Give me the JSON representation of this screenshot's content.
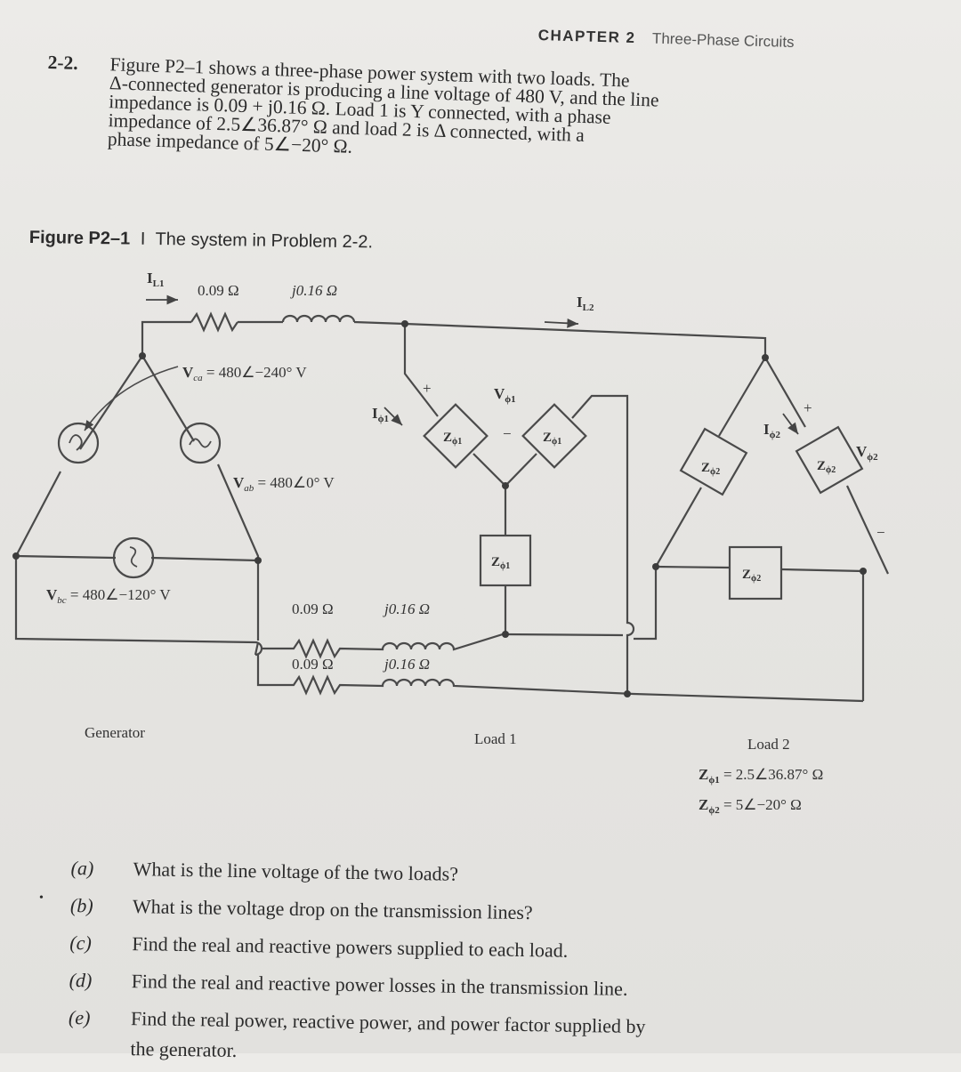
{
  "running_head": {
    "chapter": "CHAPTER 2",
    "section": "Three-Phase Circuits"
  },
  "problem": {
    "number": "2-2.",
    "lines": [
      "Figure P2–1 shows a three-phase power system with two loads. The",
      "Δ-connected generator is producing a line voltage of 480 V, and the line",
      "impedance is 0.09 + j0.16 Ω. Load 1 is Y connected, with a phase",
      "impedance of 2.5∠36.87° Ω and load 2 is Δ connected, with a",
      "phase impedance of 5∠−20° Ω."
    ]
  },
  "figure": {
    "id": "Figure P2–1",
    "separator": "I",
    "caption": "The system in Problem 2-2.",
    "labels": {
      "line_current_1": "I",
      "line_current_1_sub": "L1",
      "line_current_2": "I",
      "line_current_2_sub": "L2",
      "line_resistance": "0.09 Ω",
      "line_reactance": "j0.16 Ω",
      "v_ca": "V",
      "v_ca_sub": "ca",
      "v_ca_value": " = 480∠−240° V",
      "v_ab": "V",
      "v_ab_sub": "ab",
      "v_ab_value": " = 480∠0° V",
      "v_bc": "V",
      "v_bc_sub": "bc",
      "v_bc_value": " = 480∠−120° V",
      "i_phi1": "I",
      "i_phi1_sub": "ϕ1",
      "v_phi1": "V",
      "v_phi1_sub": "ϕ1",
      "i_phi2": "I",
      "i_phi2_sub": "ϕ2",
      "v_phi2": "V",
      "v_phi2_sub": "ϕ2",
      "z_phi1": "Z",
      "z_phi1_sub": "ϕ1",
      "z_phi2": "Z",
      "z_phi2_sub": "ϕ2",
      "plus": "+",
      "minus": "−",
      "generator": "Generator",
      "load1": "Load 1",
      "load2": "Load 2",
      "z1_eq": " = 2.5∠36.87° Ω",
      "z2_eq": " = 5∠−20° Ω"
    }
  },
  "questions": [
    {
      "letter": "(a)",
      "text": "What is the line voltage of the two loads?"
    },
    {
      "letter": "(b)",
      "text": "What is the voltage drop on the transmission lines?"
    },
    {
      "letter": "(c)",
      "text": "Find the real and reactive powers supplied to each load."
    },
    {
      "letter": "(d)",
      "text": "Find the real and reactive power losses in the transmission line."
    },
    {
      "letter": "(e)",
      "text": "Find the real power, reactive power, and power factor supplied by"
    },
    {
      "letter": "",
      "text": "the generator."
    }
  ]
}
